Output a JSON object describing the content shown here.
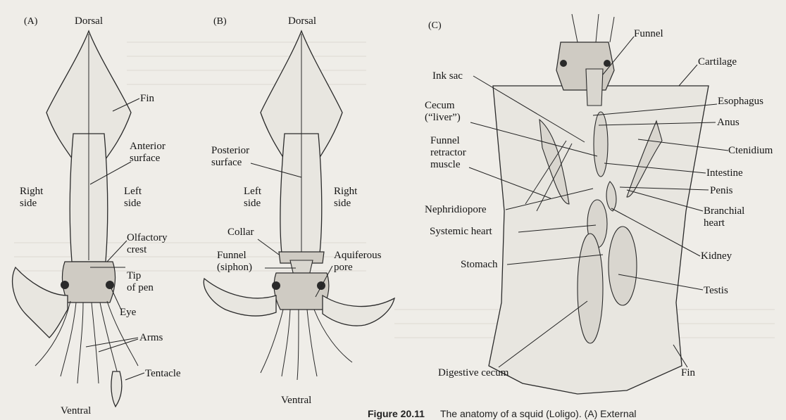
{
  "panels": {
    "a": {
      "panel_label": "(A)",
      "dorsal": "Dorsal",
      "ventral": "Ventral",
      "fin": "Fin",
      "anterior_surface": [
        "Anterior",
        "surface"
      ],
      "right_side": [
        "Right",
        "side"
      ],
      "left_side": [
        "Left",
        "side"
      ],
      "olfactory_crest": [
        "Olfactory",
        "crest"
      ],
      "tip_of_pen": [
        "Tip",
        "of pen"
      ],
      "eye": "Eye",
      "arms": "Arms",
      "tentacle": "Tentacle"
    },
    "b": {
      "panel_label": "(B)",
      "dorsal": "Dorsal",
      "ventral": "Ventral",
      "posterior_surface": [
        "Posterior",
        "surface"
      ],
      "left_side": [
        "Left",
        "side"
      ],
      "right_side": [
        "Right",
        "side"
      ],
      "collar": "Collar",
      "funnel_siphon": [
        "Funnel",
        "(siphon)"
      ],
      "aquiferous_pore": [
        "Aquiferous",
        "pore"
      ]
    },
    "c": {
      "panel_label": "(C)",
      "funnel": "Funnel",
      "cartilage": "Cartilage",
      "ink_sac": "Ink sac",
      "cecum_liver": [
        "Cecum",
        "(“liver”)"
      ],
      "esophagus": "Esophagus",
      "anus": "Anus",
      "funnel_retractor_muscle": [
        "Funnel",
        "retractor",
        "muscle"
      ],
      "ctenidium": "Ctenidium",
      "intestine": "Intestine",
      "penis": "Penis",
      "nephridiopore": "Nephridiopore",
      "branchial_heart": [
        "Branchial",
        "heart"
      ],
      "systemic_heart": "Systemic heart",
      "kidney": "Kidney",
      "stomach": "Stomach",
      "testis": "Testis",
      "digestive_cecum": "Digestive cecum",
      "fin": "Fin"
    }
  },
  "caption": {
    "figure_number": "Figure 20.11",
    "text": "The anatomy of a squid (Loligo). (A) External"
  }
}
